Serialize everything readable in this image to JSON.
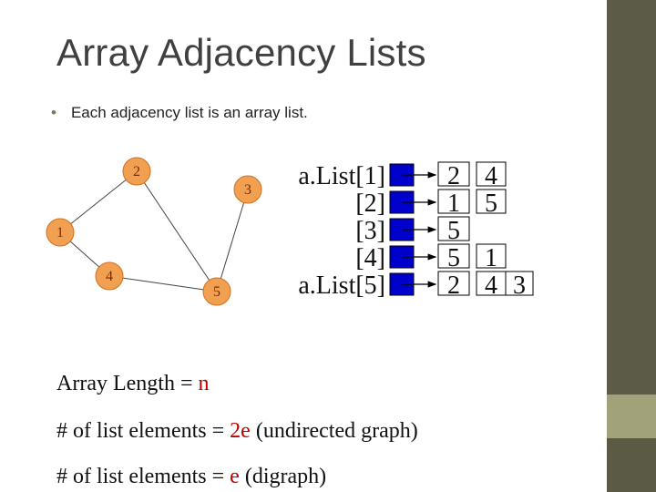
{
  "title": "Array Adjacency Lists",
  "bullet": "Each adjacency list is an array list.",
  "graph": {
    "nodes": [
      {
        "id": "2",
        "label": "2"
      },
      {
        "id": "3",
        "label": "3"
      },
      {
        "id": "1",
        "label": "1"
      },
      {
        "id": "4",
        "label": "4"
      },
      {
        "id": "5",
        "label": "5"
      }
    ],
    "edges": [
      [
        "2",
        "1"
      ],
      [
        "2",
        "5"
      ],
      [
        "3",
        "5"
      ],
      [
        "1",
        "4"
      ],
      [
        "4",
        "5"
      ]
    ],
    "node_color": "#f0a050",
    "node_border": "#d07020"
  },
  "array_labels": [
    "a.List[1]",
    "[2]",
    "[3]",
    "[4]",
    "a.List[5]"
  ],
  "lists": [
    [
      "2",
      "4"
    ],
    [
      "1",
      "5"
    ],
    [
      "5"
    ],
    [
      "5",
      "1"
    ],
    [
      "2",
      "4",
      "3"
    ]
  ],
  "array_cell_color": "#0000cc",
  "footer": {
    "line1_prefix": "Array Length = ",
    "line1_var": "n",
    "line2_prefix": "# of list elements = ",
    "line2_var": "2e",
    "line2_suffix": " (undirected graph)",
    "line3_prefix": "# of list elements = ",
    "line3_var": "e",
    "line3_suffix": " (digraph)"
  }
}
